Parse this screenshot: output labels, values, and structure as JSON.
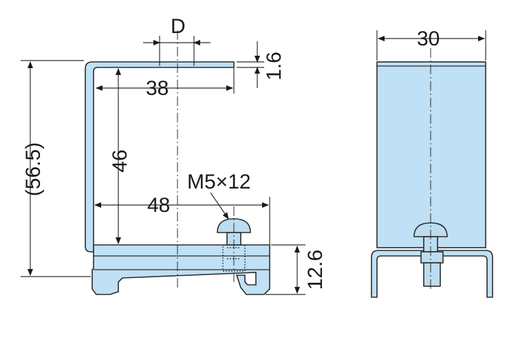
{
  "colors": {
    "part_fill": "#bfe0f5",
    "part_fill_dark": "#a9d2ee",
    "screw_fill": "#bcdcf0",
    "line": "#2b2b2b"
  },
  "side_view": {
    "dim_d": "D",
    "dim_thickness": "1.6",
    "dim_inner_width": "38",
    "dim_inner_height": "46",
    "dim_total_height": "(56.5)",
    "dim_base_width": "48",
    "dim_base_height": "12.6",
    "screw_label": "M5×12"
  },
  "front_view": {
    "dim_width": "30"
  }
}
